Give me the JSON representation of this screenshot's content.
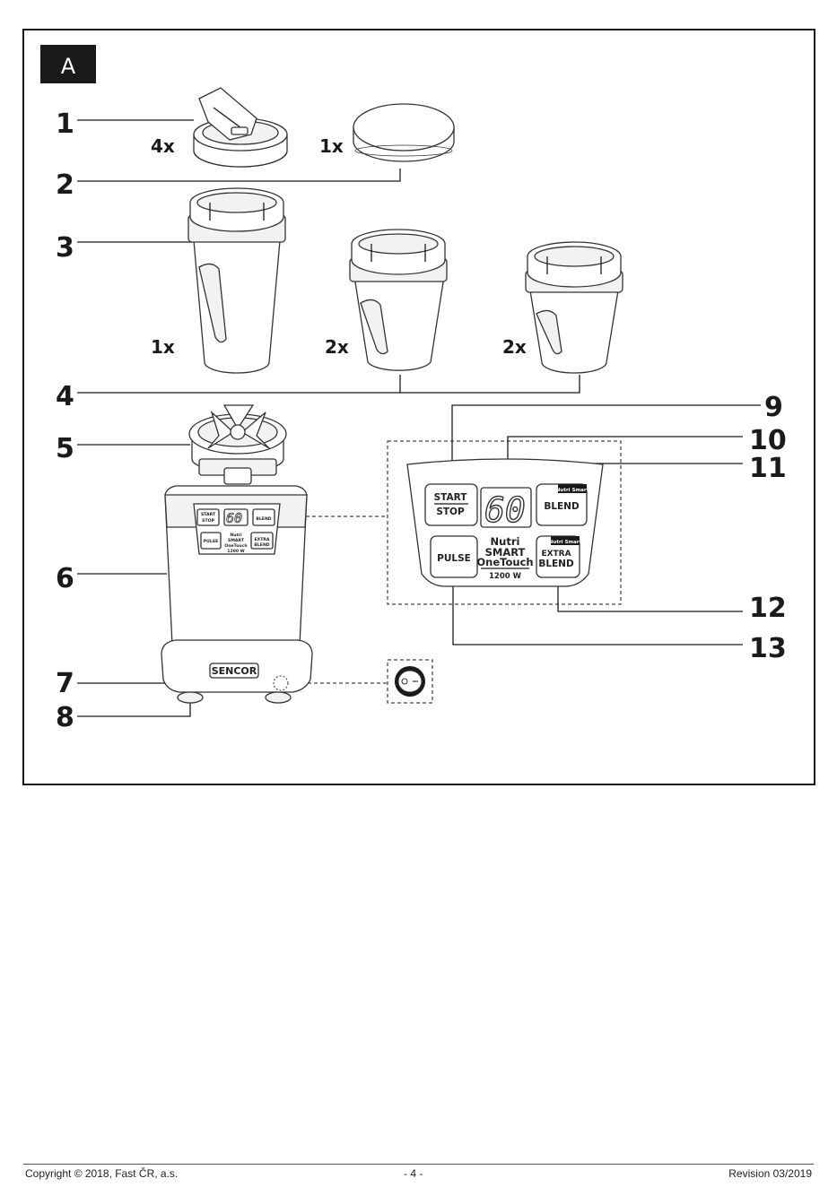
{
  "figure": {
    "section_label": "A",
    "callouts": [
      "1",
      "2",
      "3",
      "4",
      "5",
      "6",
      "7",
      "8",
      "9",
      "10",
      "11",
      "12",
      "13"
    ],
    "quantities": {
      "lid_with_spout": "4x",
      "storage_lid": "1x",
      "tall_cup": "1x",
      "medium_cup": "2x",
      "small_cup": "2x"
    },
    "control_panel": {
      "start": "START",
      "stop": "STOP",
      "display": "60",
      "blend": "BLEND",
      "nutri_smart_tag": "Nutri Smart",
      "pulse": "PULSE",
      "brand_line1": "Nutri",
      "brand_line2": "SMART",
      "brand_line3": "OneTouch",
      "power": "1200 W",
      "extra": "EXTRA",
      "extra_blend": "BLEND",
      "nutri_smart_tag2": "Nutri Smart"
    },
    "base_logo": "SENCOR"
  },
  "footer": {
    "copyright": "Copyright © 2018, Fast ČR, a.s.",
    "page": "- 4 -",
    "revision": "Revision 03/2019"
  }
}
